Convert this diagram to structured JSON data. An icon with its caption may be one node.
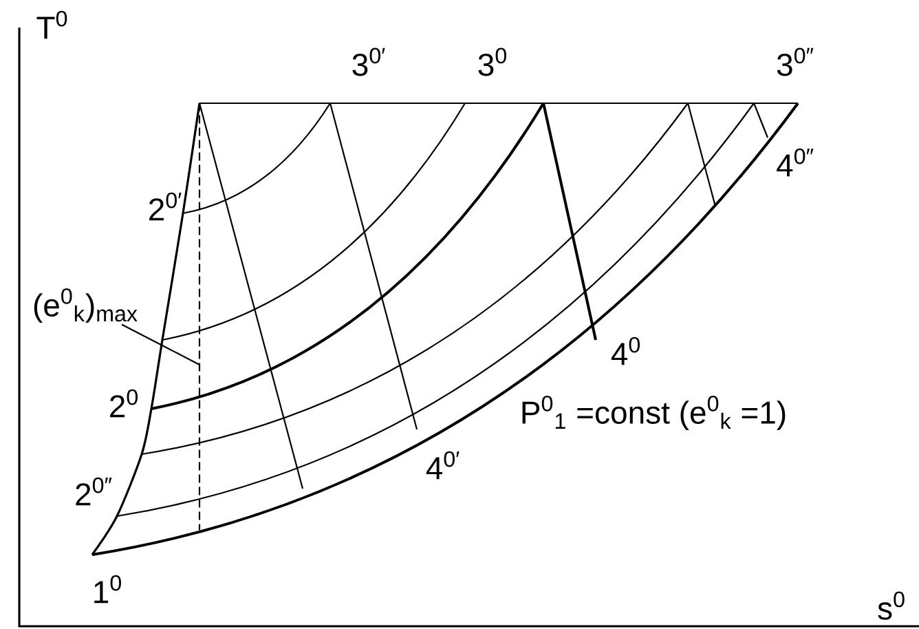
{
  "diagram": {
    "nodes": [
      {
        "text": [
          "(e$^{0}$$_{k}$)$_{max}$"
        ]
      },
      {
        "text": [],
        "shape": "line"
      }
    ],
    "edges": [
      {
        "from": 0,
        "to": 1,
        "arrow": "none"
      }
    ],
    "labels": [
      "T$^{0}$",
      "3$^{0′}$",
      "3$^{0}$",
      "3$^{0″}$",
      "2$^{0′}$",
      "4$^{0″}$",
      "2$^{0}$",
      "4$^{0}$",
      "P$^{0}$$_{1}$ =const  (e$^{0}$$_{k}$ =1)",
      "2$^{0″}$",
      "4$^{0′}$",
      "1$^{0}$",
      "s$^{0}$"
    ]
  }
}
